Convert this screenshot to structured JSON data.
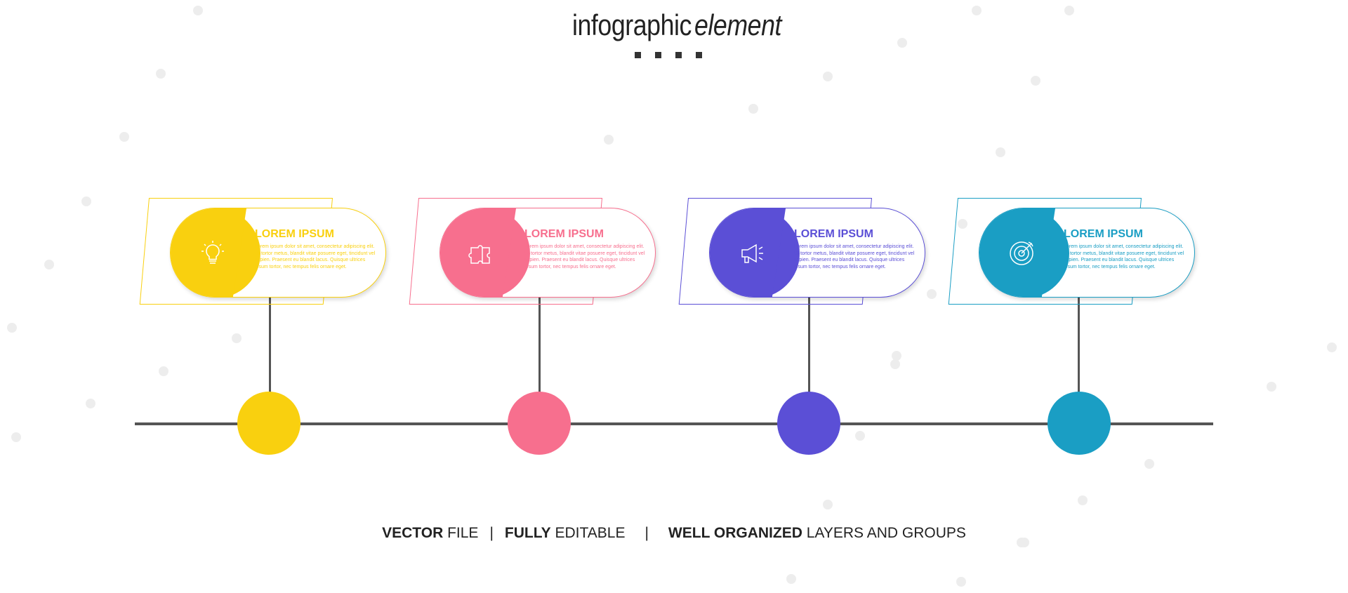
{
  "title": {
    "bold": "infographic",
    "italic": "element"
  },
  "steps": [
    {
      "heading": "LOREM IPSUM",
      "body": "Lorem ipsum dolor sit amet, consectetur adipiscing elit. Ut tortor metus, blandit vitae posuere eget, tincidunt vel sapien. Praesent eu blandit lacus. Quisque ultrices ipsum tortor, nec tempus felis ornare eget.",
      "color": "#f9d00f",
      "icon": "lightbulb-icon"
    },
    {
      "heading": "LOREM IPSUM",
      "body": "Lorem ipsum dolor sit amet, consectetur adipiscing elit. Ut tortor metus, blandit vitae posuere eget, tincidunt vel sapien. Praesent eu blandit lacus. Quisque ultrices ipsum tortor, nec tempus felis ornare eget.",
      "color": "#f76f8e",
      "icon": "puzzle-icon"
    },
    {
      "heading": "LOREM IPSUM",
      "body": "Lorem ipsum dolor sit amet, consectetur adipiscing elit. Ut tortor metus, blandit vitae posuere eget, tincidunt vel sapien. Praesent eu blandit lacus. Quisque ultrices ipsum tortor, nec tempus felis ornare eget.",
      "color": "#5b4fd6",
      "icon": "megaphone-icon"
    },
    {
      "heading": "LOREM IPSUM",
      "body": "Lorem ipsum dolor sit amet, consectetur adipiscing elit. Ut tortor metus, blandit vitae posuere eget, tincidunt vel sapien. Praesent eu blandit lacus. Quisque ultrices ipsum tortor, nec tempus felis ornare eget.",
      "color": "#1a9ec4",
      "icon": "target-icon"
    }
  ],
  "footer": {
    "part1_bold": "VECTOR",
    "part1_rest": " FILE",
    "sep": "|",
    "part2_bold": "FULLY",
    "part2_rest": " EDITABLE",
    "part3_bold": "WELL ORGANIZED",
    "part3_rest": " LAYERS AND GROUPS"
  }
}
